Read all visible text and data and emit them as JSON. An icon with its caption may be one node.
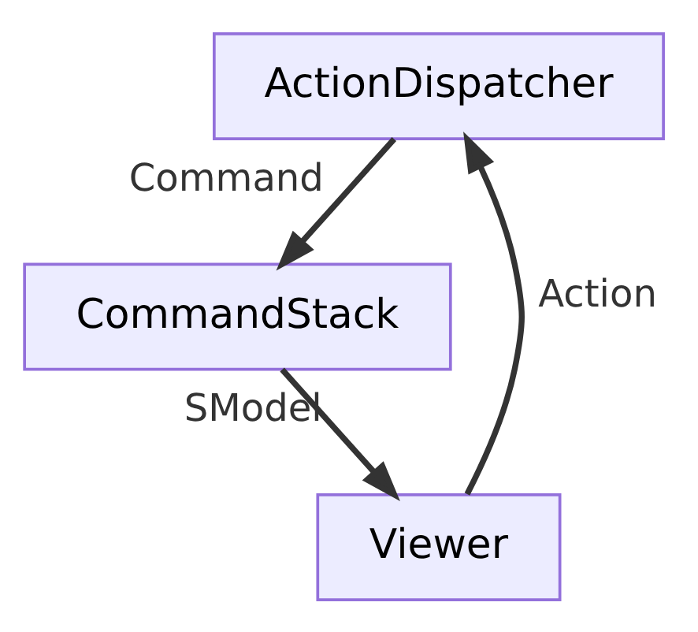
{
  "diagram": {
    "nodes": [
      {
        "text": [
          "ActionDispatcher"
        ]
      },
      {
        "text": [
          "CommandStack"
        ]
      },
      {
        "text": [
          "Viewer"
        ]
      }
    ],
    "edges": [
      {
        "from": 0,
        "to": 1,
        "arrow": "to",
        "label": "Command"
      },
      {
        "from": 1,
        "to": 2,
        "arrow": "to",
        "label": "SModel"
      },
      {
        "from": 2,
        "to": 0,
        "arrow": "to",
        "label": "Action"
      }
    ]
  }
}
